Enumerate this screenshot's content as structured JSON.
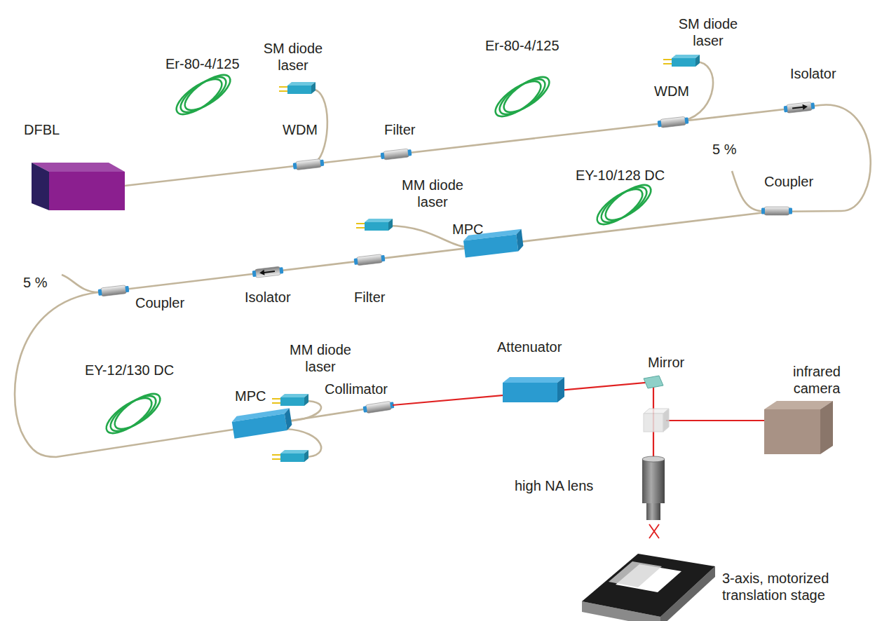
{
  "diagram": {
    "labels": [
      "SM diode laser",
      "SM diode laser",
      "Er-80-4/125",
      "Er-80-4/125",
      "DFBL",
      "WDM",
      "Filter",
      "WDM",
      "Isolator",
      "5 %",
      "Coupler",
      "MM diode laser",
      "EY-10/128 DC",
      "MPC",
      "5 %",
      "Coupler",
      "Isolator",
      "Filter",
      "MM diode laser",
      "EY-12/130 DC",
      "MPC",
      "Collimator",
      "Attenuator",
      "Mirror",
      "infrared camera",
      "high NA lens",
      "3-axis, motorized translation stage"
    ]
  }
}
